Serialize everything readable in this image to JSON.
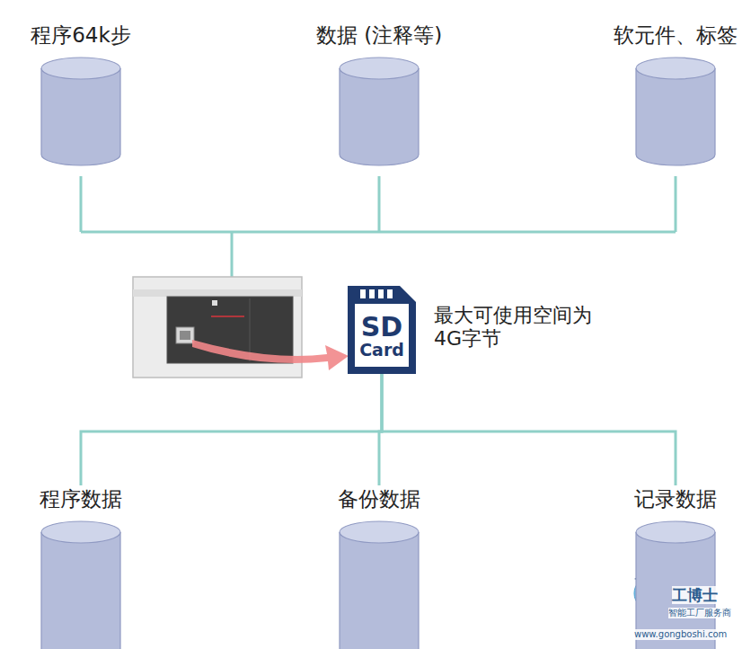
{
  "diagram": {
    "nodes": [
      {
        "text": [
          "程序64k步"
        ]
      },
      {
        "text": [
          "数据 (注释等)"
        ]
      },
      {
        "text": [
          "软元件、标签"
        ]
      },
      {
        "text": [
          "SD",
          "Card"
        ]
      },
      {
        "text": [
          "程序数据"
        ]
      },
      {
        "text": [
          "备份数据"
        ]
      },
      {
        "text": [
          "记录数据"
        ]
      }
    ],
    "edges": [
      {
        "from": 3,
        "to": 4,
        "arrow": "none"
      },
      {
        "from": 3,
        "to": 5,
        "arrow": "none"
      },
      {
        "from": 3,
        "to": 6,
        "arrow": "none"
      }
    ],
    "labels": [
      "最大可使用空间为 4G字节",
      "工博士",
      "智能工厂服务商",
      "www.gongboshi.com"
    ]
  }
}
